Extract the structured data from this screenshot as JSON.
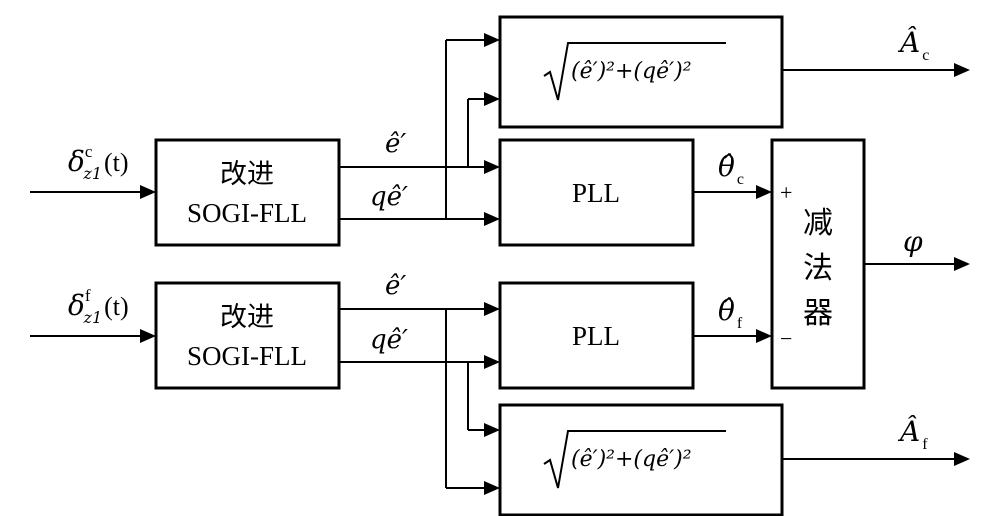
{
  "inputs": {
    "top": {
      "base": "δ",
      "sup": "c",
      "sub": "z1",
      "arg": "(t)"
    },
    "bottom": {
      "base": "δ",
      "sup": "f",
      "sub": "z1",
      "arg": "(t)"
    }
  },
  "sogi_blocks": {
    "line1": "改进",
    "line2": "SOGI-FLL"
  },
  "signals": {
    "e_hat_prime": "ê′",
    "qe_hat_prime_q": "q",
    "qe_hat_prime_e": "ê′"
  },
  "pll_label": "PLL",
  "theta_outputs": {
    "top": {
      "base": "θ̂",
      "sub": "c"
    },
    "bottom": {
      "base": "θ̂",
      "sub": "f"
    }
  },
  "amplitude_formula": "(ê′)²+(qê′)²",
  "amplitude_outputs": {
    "top": {
      "base": "Â",
      "sub": "c"
    },
    "bottom": {
      "base": "Â",
      "sub": "f"
    }
  },
  "subtractor": {
    "chars": [
      "减",
      "法",
      "器"
    ],
    "plus": "+",
    "minus": "−"
  },
  "phase_output": "φ"
}
